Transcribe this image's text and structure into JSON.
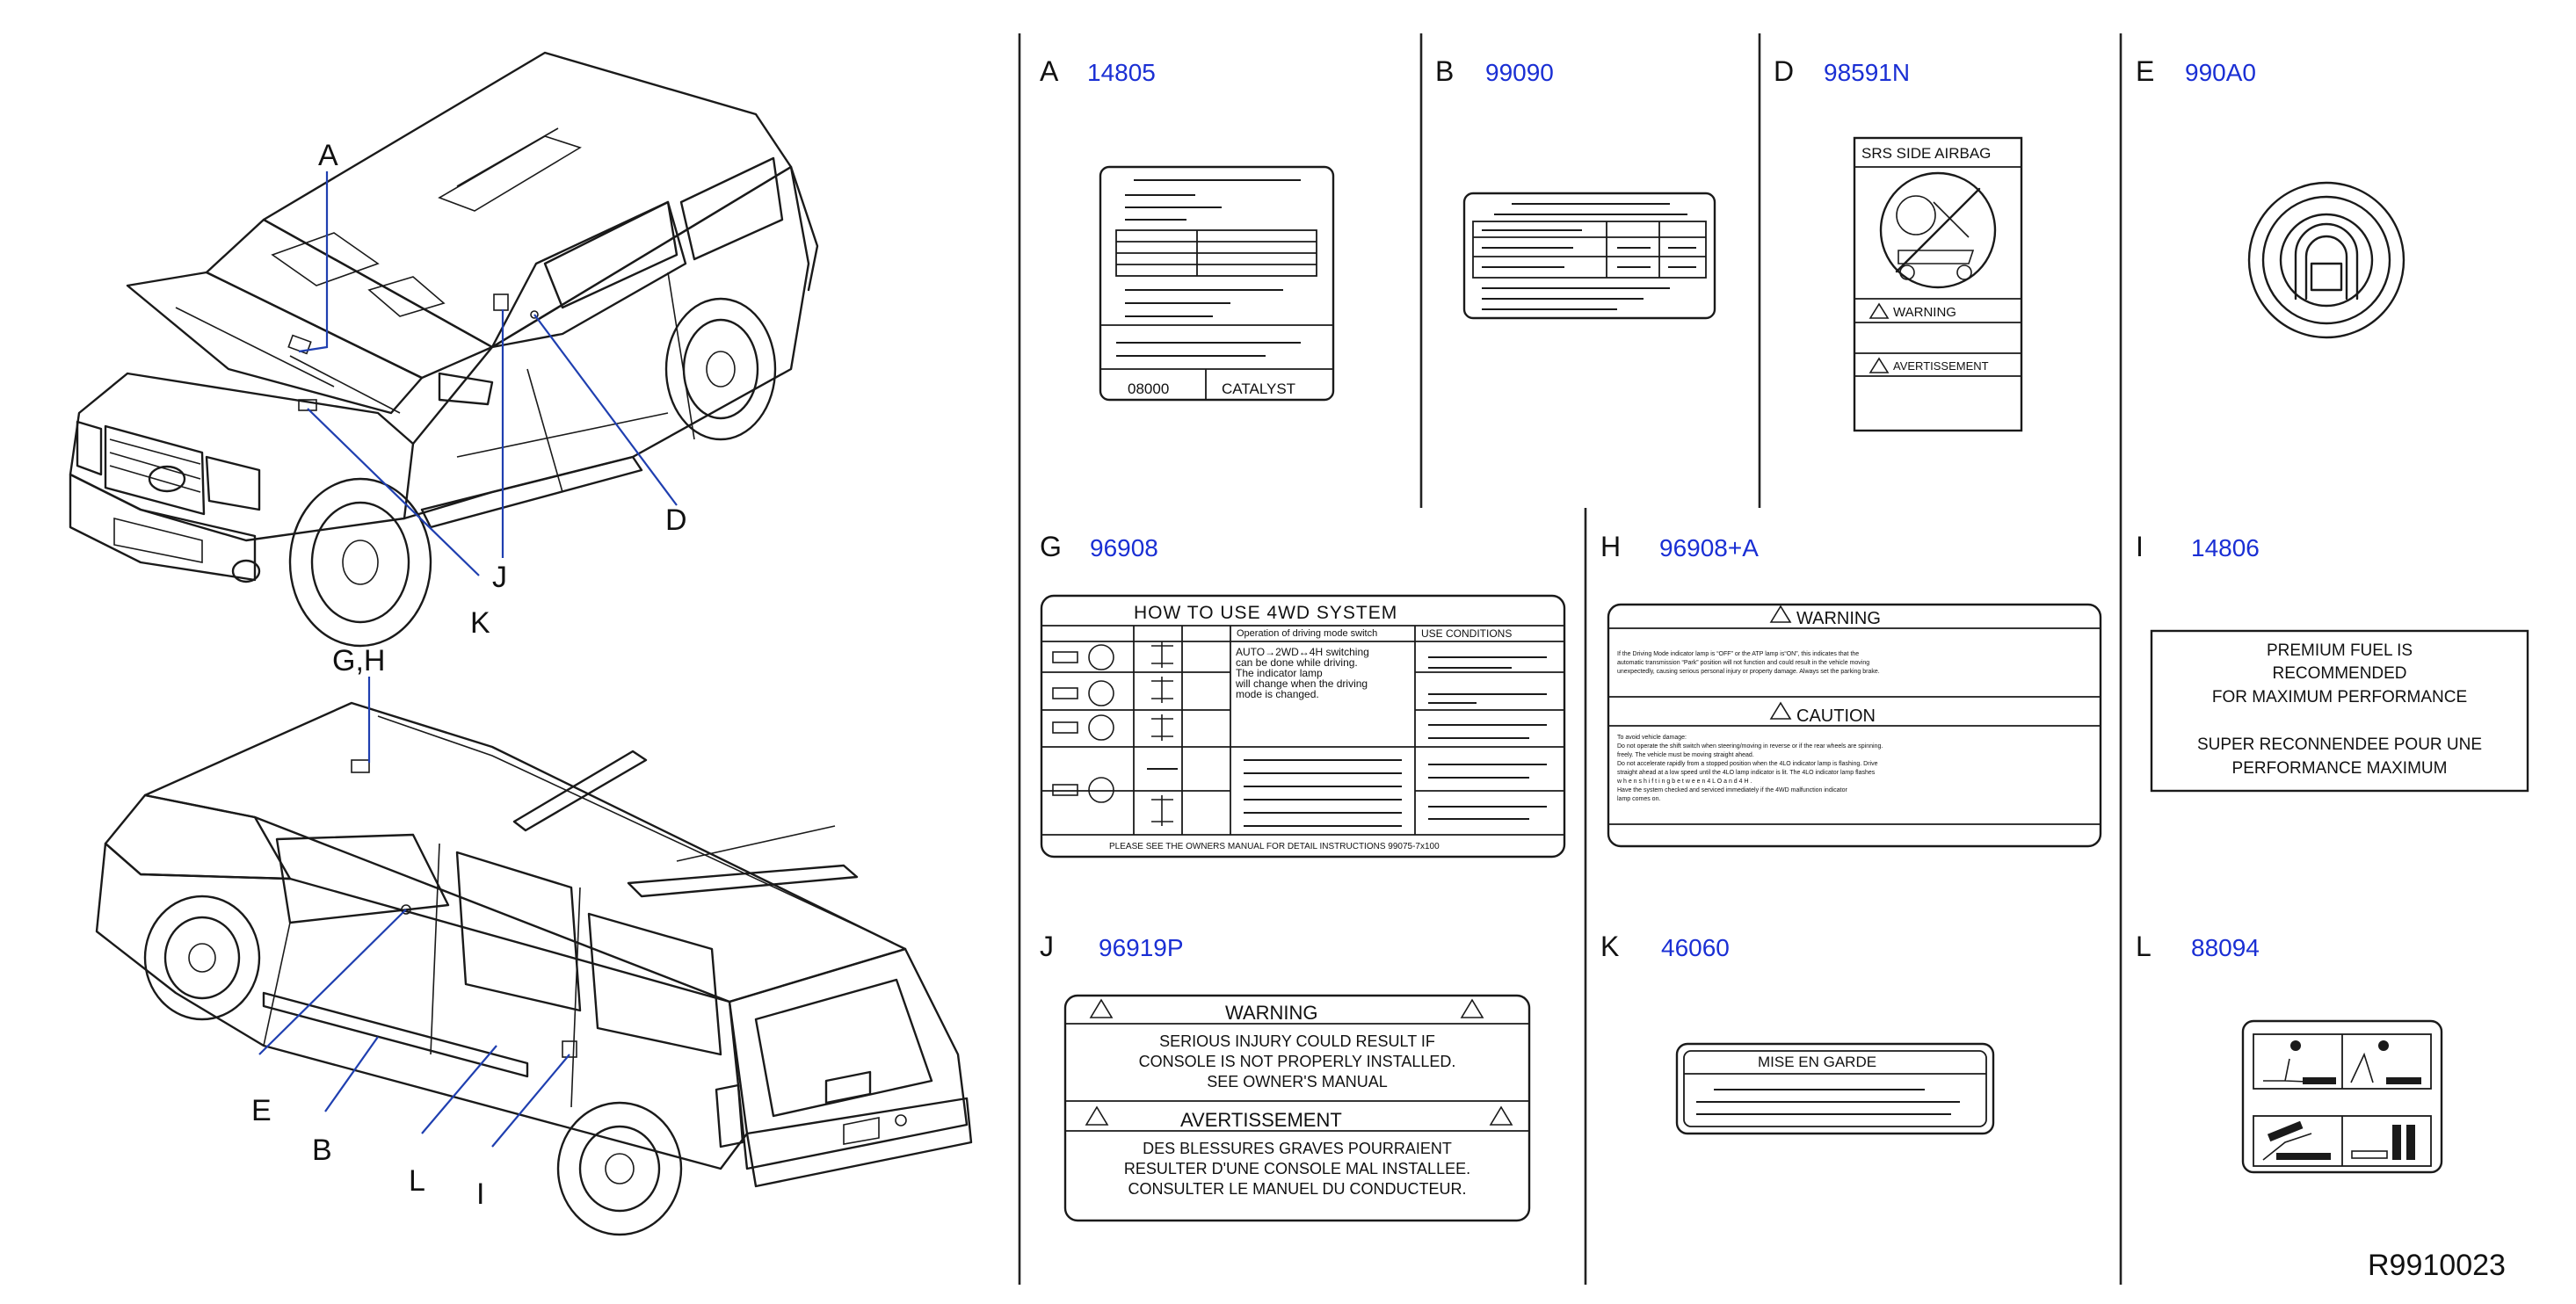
{
  "callouts": {
    "A": "A",
    "D": "D",
    "J": "J",
    "K": "K",
    "GH": "G,H",
    "E": "E",
    "B": "B",
    "L": "L",
    "I": "I"
  },
  "panels": {
    "A": {
      "letter": "A",
      "part": "14805",
      "cells": [
        "08000",
        "CATALYST"
      ]
    },
    "B": {
      "letter": "B",
      "part": "99090"
    },
    "D": {
      "letter": "D",
      "part": "98591N",
      "title": "SRS   SIDE   AIRBAG",
      "warning": "WARNING",
      "avert": "AVERTISSEMENT"
    },
    "E": {
      "letter": "E",
      "part": "990A0"
    },
    "G": {
      "letter": "G",
      "part": "96908",
      "title": "HOW  TO  USE  4WD  SYSTEM",
      "col_operation": "Operation   of   driving   mode   switch",
      "col_use": "USE   CONDITIONS",
      "body_lines": [
        "AUTO→2WD↔4H  switching",
        "can   be   done   while driving.",
        "The indicator   lamp",
        "will change   when   the driving",
        "mode is changed."
      ],
      "footer": "PLEASE     SEE     THE     OWNERS     MANUAL     FOR     DETAIL     INSTRUCTIONS    99075-7x100"
    },
    "H": {
      "letter": "H",
      "part": "96908+A",
      "warning": "WARNING",
      "caution": "CAUTION",
      "warn_lines": [
        "If     the     Driving    Mode    indicator   lamp    is    “OFF”    or    the    ATP    lamp    is“ON”,    this    indicates    that    the",
        "automatic    transmission    “Park”    position    will    not    function    and    could    result    in    the    vehicle    moving",
        "unexpectedly,    causing    serious    personal    injury    or    property    damage.    Always    set    the    parking    brake."
      ],
      "caution_lines": [
        "To    avoid    vehicle    damage:",
        "Do    not    operate    the    shift    switch    when    steering/moving    in    reverse    or    if    the    rear    wheels    are    spinning.",
        "freely.    The    vehicle    must    be    moving    straight    ahead.",
        "Do    not    accelerate    rapidly    from    a    stopped    position    when    the    4LO    indicator    lamp    is    flashing.    Drive",
        "straight    ahead    at    a    low    speed    until    the    4LO    lamp    indicator    is    lit.    The    4LO    indicator    lamp    flashes",
        "w h e n     s h i f t i n g     b e t w e e n     4 L O     a n d     4 H .",
        "Have    the    system    checked    and    serviced    immediately    if    the    4WD    malfunction    indicator",
        "lamp    comes    on."
      ]
    },
    "I": {
      "letter": "I",
      "part": "14806",
      "lines": [
        "PREMIUM    FUEL    IS",
        "RECOMMENDED",
        "FOR    MAXIMUM    PERFORMANCE",
        "SUPER    RECONNENDEE    POUR    UNE",
        "PERFORMANCE    MAXIMUM"
      ]
    },
    "J": {
      "letter": "J",
      "part": "96919P",
      "warning": "WARNING",
      "avert": "AVERTISSEMENT",
      "en_lines": [
        "SERIOUS    INJURY    COULD    RESULT    IF",
        "CONSOLE    IS    NOT    PROPERLY    INSTALLED.",
        "SEE    OWNER'S    MANUAL"
      ],
      "fr_lines": [
        "DES    BLESSURES    GRAVES    POURRAIENT",
        "RESULTER    D'UNE    CONSOLE    MAL    INSTALLEE.",
        "CONSULTER    LE    MANUEL    DU    CONDUCTEUR."
      ]
    },
    "K": {
      "letter": "K",
      "part": "46060",
      "title": "MISE    EN    GARDE"
    },
    "L": {
      "letter": "L",
      "part": "88094"
    }
  },
  "ref_code": "R9910023",
  "colors": {
    "part_number": "#1a2fd4",
    "leader_line": "#1f3fb0",
    "ink": "#1a1a1a"
  }
}
